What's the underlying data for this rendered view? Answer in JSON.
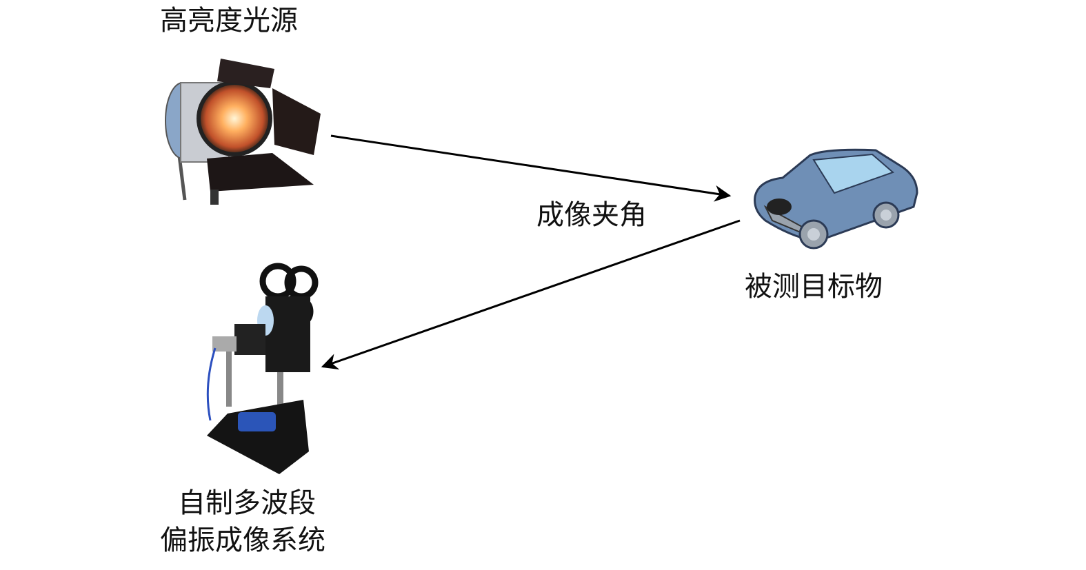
{
  "labels": {
    "light_source": "高亮度光源",
    "imaging_angle": "成像夹角",
    "target": "被测目标物",
    "system_line1": "自制多波段",
    "system_line2": "偏振成像系统"
  },
  "colors": {
    "arrow": "#000000",
    "car_body": "#6f8fb6",
    "car_window": "#a9d4ee",
    "lamp_glow": "#ffb060"
  }
}
